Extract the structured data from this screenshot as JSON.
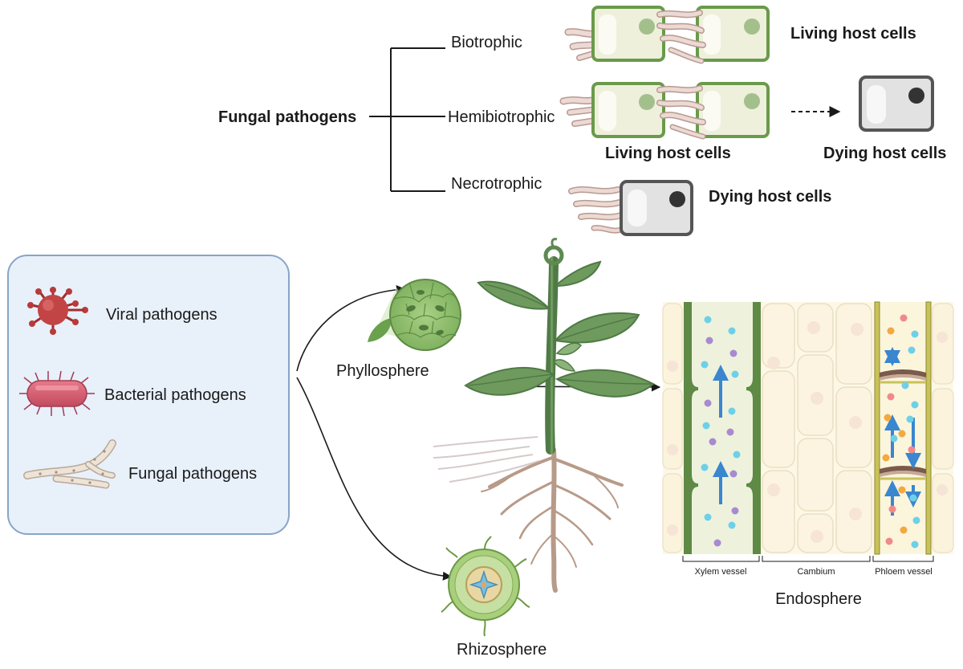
{
  "fungal_strategies": {
    "title": "Fungal pathogens",
    "biotrophic": "Biotrophic",
    "hemibiotrophic": "Hemibiotrophic",
    "necrotrophic": "Necrotrophic",
    "living_host_cells": "Living host cells",
    "dying_host_cells": "Dying host cells"
  },
  "legend": {
    "viral": "Viral pathogens",
    "bacterial": "Bacterial pathogens",
    "fungal": "Fungal pathogens"
  },
  "compartments": {
    "phyllosphere": "Phyllosphere",
    "rhizosphere": "Rhizosphere",
    "endosphere": "Endosphere"
  },
  "vascular_labels": {
    "xylem": "Xylem vessel",
    "cambium": "Cambium",
    "phloem": "Phloem vessel"
  },
  "colors": {
    "living_cell_fill": "#eef0dc",
    "living_cell_border": "#6a9a4a",
    "dying_cell_fill": "#e2e2e2",
    "dying_cell_border": "#555555",
    "legend_bg": "#e8f0fa",
    "legend_border": "#8aa4c8",
    "plant_green": "#5e8a52",
    "root_brown": "#b89a88",
    "hypha": "#e8d3cf",
    "arrow_blue": "#3a86cf"
  },
  "icons": [
    "virus-icon",
    "bacterium-icon",
    "fungal-hypha-icon",
    "leaf-icon",
    "plant-icon",
    "root-cross-section-icon",
    "leaf-surface-magnified-icon"
  ]
}
